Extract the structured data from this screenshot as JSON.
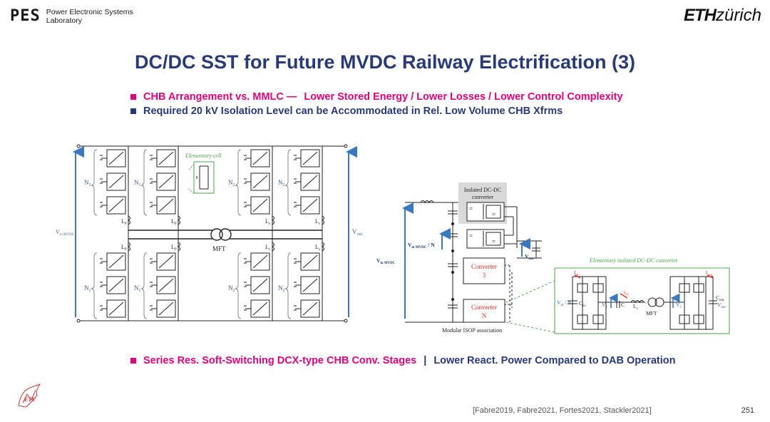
{
  "header": {
    "logo_mark": "PES",
    "lab_line1": "Power Electronic Systems",
    "lab_line2": "Laboratory",
    "eth_bold": "ETH",
    "eth_rest": "zürich"
  },
  "title": "DC/DC SST for Future MVDC Railway Electrification (3)",
  "bullets": [
    {
      "lead": "CHB Arrangement vs. MMLC —",
      "rest": "Lower Stored Energy / Lower Losses / Lower Control Complexity",
      "color": "#e6007e"
    },
    {
      "lead": "Required 20 kV Isolation Level can be Accommodated in Rel. Low Volume CHB Xfrms",
      "rest": "",
      "color": "#283a7a"
    }
  ],
  "bottom": {
    "left": "Series Res. Soft-Switching DCX-type CHB Conv. Stages",
    "sep": "|",
    "right": "Lower React. Power Compared to DAB Operation"
  },
  "left_diagram": {
    "elementary_cell": "Elementary cell",
    "n1": "N",
    "n1_sub": "1",
    "n2": "N",
    "n2_sub": "2",
    "lp": "L",
    "lp_sub": "P",
    "ls": "L",
    "ls_sub": "s",
    "mft": "MFT",
    "vin": "V",
    "vin_sub": "in MVDC",
    "vout": "V",
    "vout_sub": "out"
  },
  "right_diagram": {
    "isolated_label_1": "Isolated DC-DC",
    "isolated_label_2": "converter",
    "vin": "V",
    "vin_sub": "in MVDC",
    "vin_n": "V",
    "vin_n_sub": "in MVDC",
    "vin_n_tail": " / N",
    "vout": "V",
    "vout_sub": "out",
    "conv3_a": "Converter",
    "conv3_b": "3",
    "convN_a": "Converter",
    "convN_b": "N",
    "isop": "Modular ISOP association",
    "elementary": "Elementary isolated DC-DC converter",
    "iin": "I",
    "iin_sub": "in",
    "iout": "I",
    "iout_sub": "out",
    "ils": "i",
    "ils_sub": "Ls",
    "v1": "V",
    "v1_sub": "1",
    "v2": "V",
    "v2_sub": "2",
    "ls": "L",
    "ls_sub": "s",
    "c": "C",
    "cin": "C",
    "cin_sub": "in",
    "cout": "C",
    "cout_sub": "out",
    "vinN": "V",
    "vinN_sub": "in",
    "vinN_tail": " / N",
    "vout2": "V",
    "vout2_sub": "out",
    "mft": "MFT"
  },
  "footer": {
    "citation": "[Fabre2019, Fabre2021, Fortes2021, Stackler2021]",
    "page": "251",
    "logo_text": "ETE"
  },
  "colors": {
    "title": "#283a7a",
    "accent": "#e6007e",
    "blue_arrow": "#3a78c2",
    "green": "#4aa84a",
    "red": "#e03020"
  }
}
